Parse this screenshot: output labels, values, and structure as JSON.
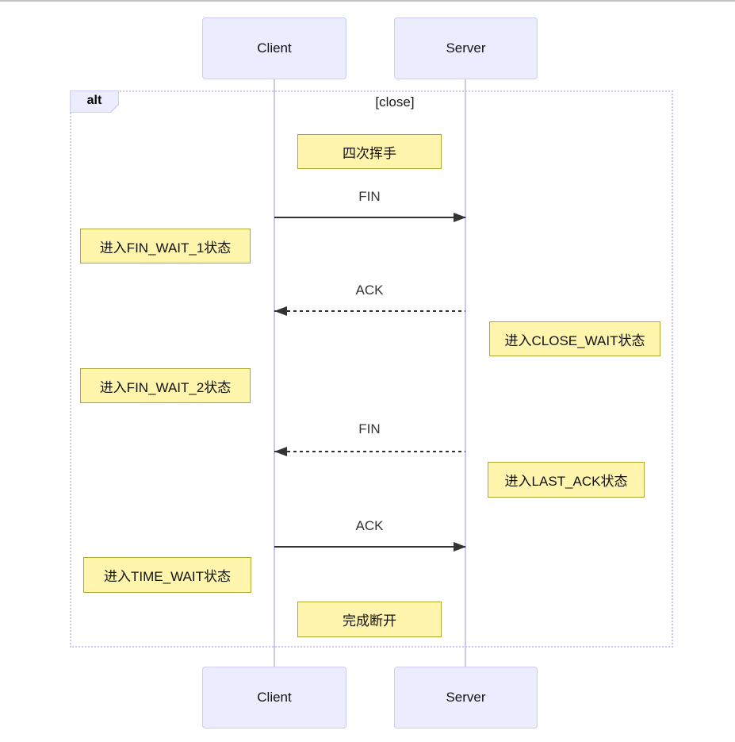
{
  "diagram": {
    "type": "sequence-diagram",
    "actors": [
      {
        "id": "client",
        "label": "Client"
      },
      {
        "id": "server",
        "label": "Server"
      }
    ],
    "frame": {
      "operator": "alt",
      "condition": "[close]"
    },
    "notes": [
      {
        "position": "over",
        "target": "client,server",
        "text": "四次挥手"
      },
      {
        "position": "left-of",
        "target": "client",
        "text": "进入FIN_WAIT_1状态"
      },
      {
        "position": "right-of",
        "target": "server",
        "text": "进入CLOSE_WAIT状态"
      },
      {
        "position": "left-of",
        "target": "client",
        "text": "进入FIN_WAIT_2状态"
      },
      {
        "position": "right-of",
        "target": "server",
        "text": "进入LAST_ACK状态"
      },
      {
        "position": "left-of",
        "target": "client",
        "text": "进入TIME_WAIT状态"
      },
      {
        "position": "over",
        "target": "client,server",
        "text": "完成断开"
      }
    ],
    "messages": [
      {
        "from": "client",
        "to": "server",
        "label": "FIN",
        "line": "solid"
      },
      {
        "from": "server",
        "to": "client",
        "label": "ACK",
        "line": "dashed"
      },
      {
        "from": "server",
        "to": "client",
        "label": "FIN",
        "line": "dashed"
      },
      {
        "from": "client",
        "to": "server",
        "label": "ACK",
        "line": "solid"
      }
    ],
    "colors": {
      "actor_fill": "#ECECFF",
      "actor_border": "#CCCCFF",
      "label_fill": "#ECECFF",
      "lifeline": "#CACAEC",
      "frame_border": "#CDC5F0",
      "note_fill": "#FFF5AD",
      "note_border": "#AAAA33",
      "message_line": "#333333",
      "page_rule": "#C2C2C2"
    }
  }
}
